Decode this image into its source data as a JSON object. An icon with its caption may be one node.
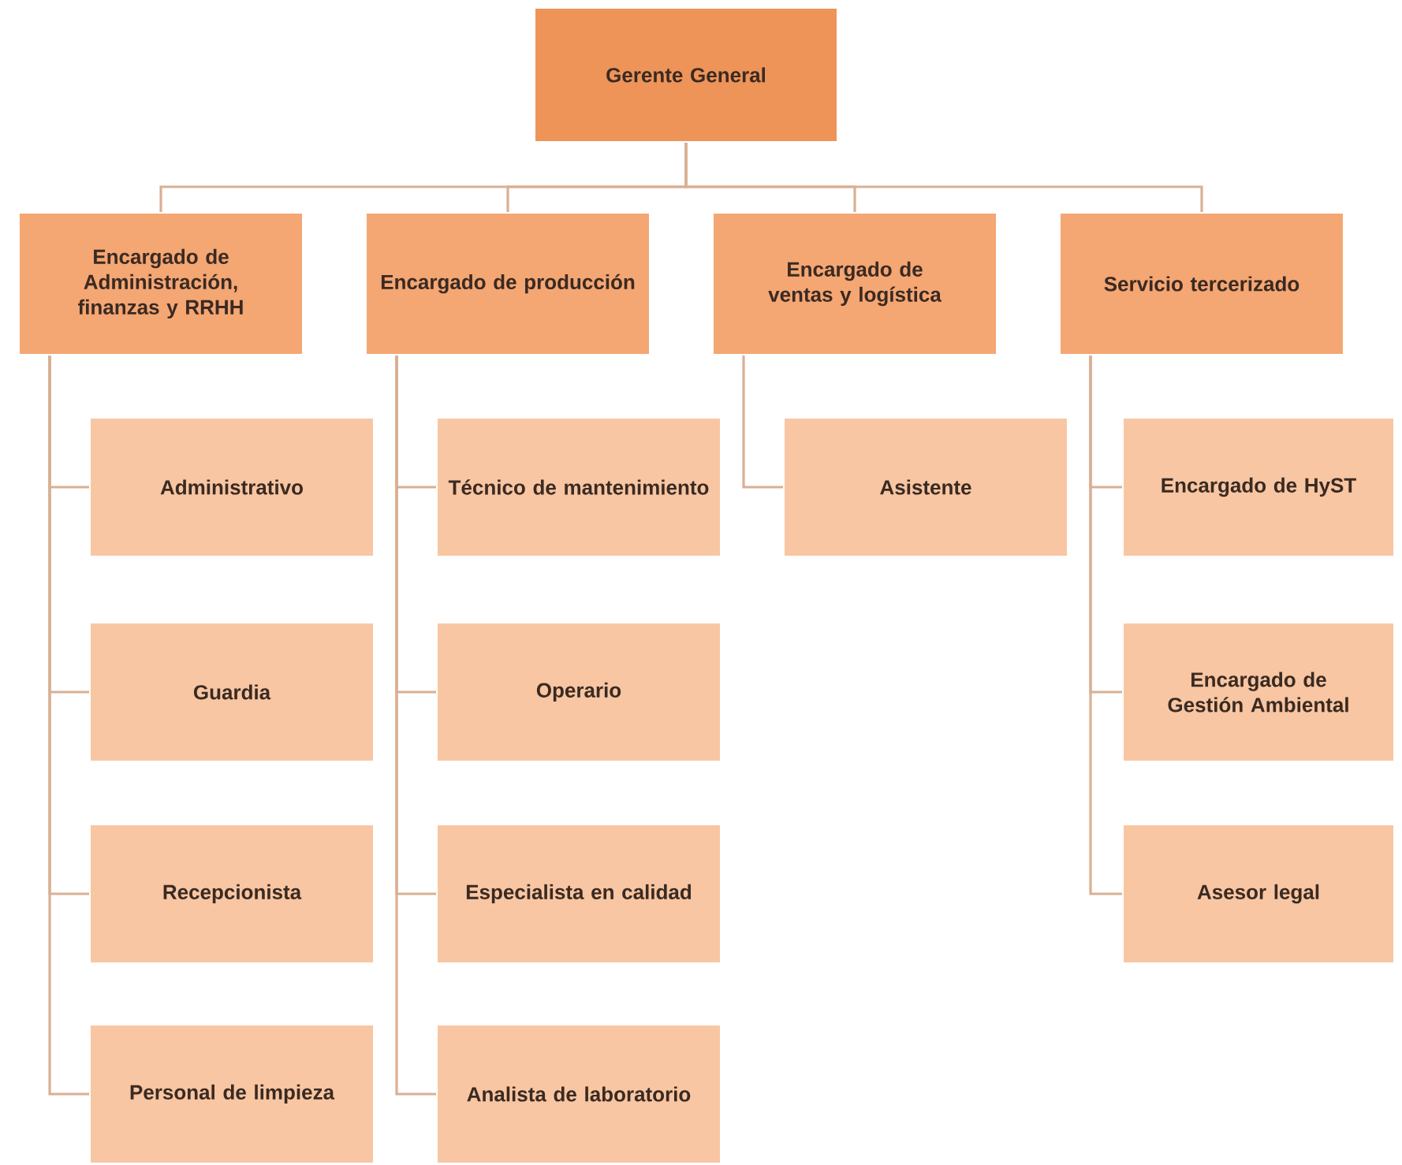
{
  "diagram": {
    "nodes": [
      {
        "text": [
          "Gerente General"
        ]
      },
      {
        "text": [
          "Encargado de Administración, finanzas y RRHH"
        ]
      },
      {
        "text": [
          "Administrativo"
        ]
      },
      {
        "text": [
          "Guardia"
        ]
      },
      {
        "text": [
          "Recepcionista"
        ]
      },
      {
        "text": [
          "Personal de limpieza"
        ]
      },
      {
        "text": [
          "Encargado de producción"
        ]
      },
      {
        "text": [
          "Técnico de mantenimiento"
        ]
      },
      {
        "text": [
          "Operario"
        ]
      },
      {
        "text": [
          "Especialista en calidad"
        ]
      },
      {
        "text": [
          "Analista de laboratorio"
        ]
      },
      {
        "text": [
          "Encargado de ventas y logística"
        ]
      },
      {
        "text": [
          "Asistente"
        ]
      },
      {
        "text": [
          "Servicio tercerizado"
        ]
      },
      {
        "text": [
          "Encargado de HyST"
        ]
      },
      {
        "text": [
          "Encargado de Gestión Ambiental"
        ]
      },
      {
        "text": [
          "Asesor legal"
        ]
      }
    ],
    "edges": [
      {
        "from": 0,
        "to": 1,
        "arrow": "none"
      },
      {
        "from": 0,
        "to": 6,
        "arrow": "none"
      },
      {
        "from": 0,
        "to": 11,
        "arrow": "none"
      },
      {
        "from": 0,
        "to": 13,
        "arrow": "none"
      },
      {
        "from": 1,
        "to": 2,
        "arrow": "none"
      },
      {
        "from": 1,
        "to": 3,
        "arrow": "none"
      },
      {
        "from": 1,
        "to": 4,
        "arrow": "none"
      },
      {
        "from": 1,
        "to": 5,
        "arrow": "none"
      },
      {
        "from": 6,
        "to": 7,
        "arrow": "none"
      },
      {
        "from": 6,
        "to": 8,
        "arrow": "none"
      },
      {
        "from": 6,
        "to": 9,
        "arrow": "none"
      },
      {
        "from": 6,
        "to": 10,
        "arrow": "none"
      },
      {
        "from": 11,
        "to": 12,
        "arrow": "none"
      },
      {
        "from": 13,
        "to": 14,
        "arrow": "none"
      },
      {
        "from": 13,
        "to": 15,
        "arrow": "none"
      },
      {
        "from": 13,
        "to": 16,
        "arrow": "none"
      }
    ]
  }
}
